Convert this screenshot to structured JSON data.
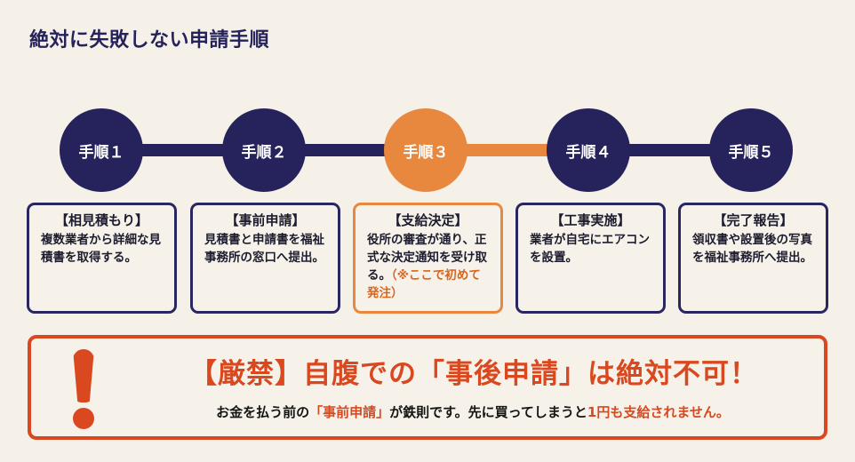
{
  "title": "絶対に失敗しない申請手順",
  "colors": {
    "background": "#f5f1e8",
    "navy": "#25225c",
    "highlight_orange": "#e8883f",
    "warning_red": "#d9481f",
    "text_dark": "#1d1c2e"
  },
  "steps": [
    {
      "label": "手順１",
      "card_title": "【相見積もり】",
      "card_body": "複数業者から詳細な見積書を取得する。",
      "card_note": "",
      "highlighted": false
    },
    {
      "label": "手順２",
      "card_title": "【事前申請】",
      "card_body": "見積書と申請書を福祉事務所の窓口へ提出。",
      "card_note": "",
      "highlighted": false
    },
    {
      "label": "手順３",
      "card_title": "【支給決定】",
      "card_body": "役所の審査が通り、正式な決定通知を受け取る。",
      "card_note": "（※ここで初めて発注）",
      "highlighted": true
    },
    {
      "label": "手順４",
      "card_title": "【工事実施】",
      "card_body": "業者が自宅にエアコンを設置。",
      "card_note": "",
      "highlighted": false
    },
    {
      "label": "手順５",
      "card_title": "【完了報告】",
      "card_body": "領収書や設置後の写真を福祉事務所へ提出。",
      "card_note": "",
      "highlighted": false
    }
  ],
  "warning": {
    "icon": "exclamation-icon",
    "headline": "【厳禁】自腹での「事後申請」は絶対不可！",
    "sub_parts": {
      "p1": "お金を払う前の",
      "p2": "「事前申請」",
      "p3": "が鉄則です。先に買ってしまうと",
      "p4": "1円も支給されません。"
    }
  }
}
